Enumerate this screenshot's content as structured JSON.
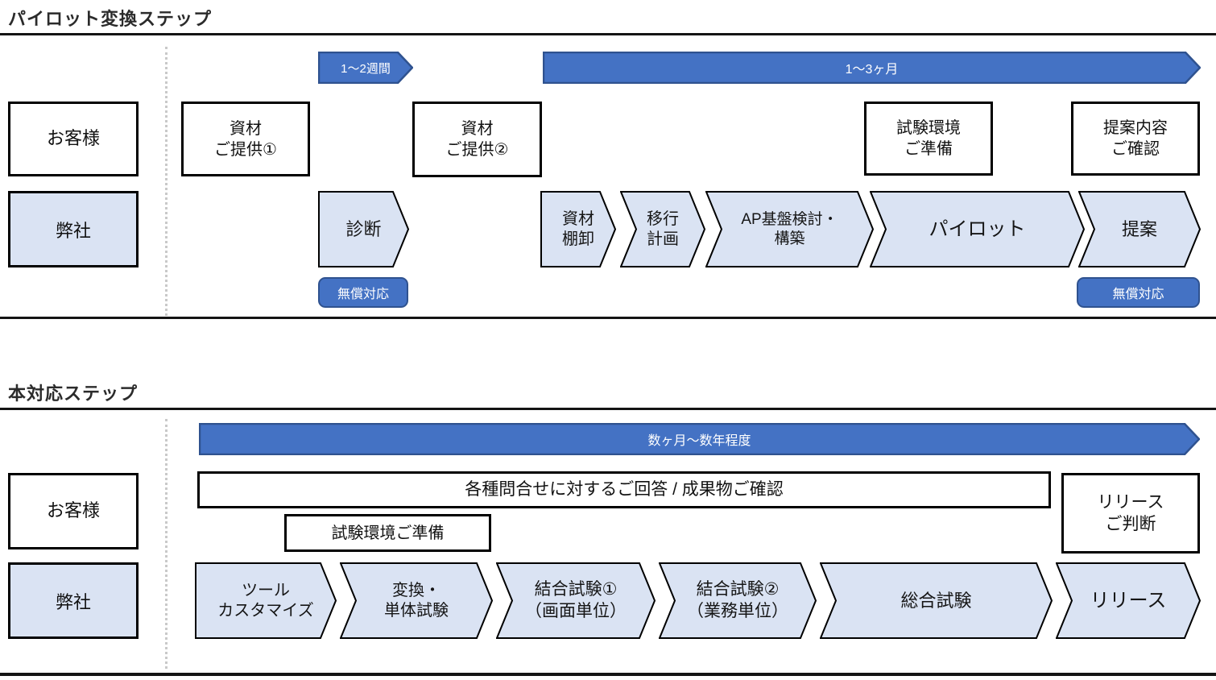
{
  "colors": {
    "accent_blue": "#4472C4",
    "accent_blue_border": "#2F528F",
    "light_blue_fill": "#DAE3F3",
    "shape_border": "#000000"
  },
  "pilot_section": {
    "title": "パイロット変換ステップ",
    "timeline": {
      "short_arrow_label": "1～2週間",
      "long_arrow_label": "1～3ヶ月"
    },
    "customer_row_label": "お客様",
    "company_row_label": "弊社",
    "customer_boxes": [
      {
        "label": "資材\nご提供①"
      },
      {
        "label": "資材\nご提供②"
      },
      {
        "label": "試験環境\nご準備"
      },
      {
        "label": "提案内容\nご確認"
      }
    ],
    "company_steps": [
      {
        "label": "診断"
      },
      {
        "label": "資材\n棚卸"
      },
      {
        "label": "移行\n計画"
      },
      {
        "label": "AP基盤検討・\n構築"
      },
      {
        "label": "パイロット"
      },
      {
        "label": "提案"
      }
    ],
    "free_badges": [
      {
        "label": "無償対応"
      },
      {
        "label": "無償対応"
      }
    ]
  },
  "main_section": {
    "title": "本対応ステップ",
    "timeline": {
      "arrow_label": "数ヶ月～数年程度"
    },
    "customer_row_label": "お客様",
    "company_row_label": "弊社",
    "customer_boxes": [
      {
        "label": "各種問合せに対するご回答 / 成果物ご確認"
      },
      {
        "label": "試験環境ご準備"
      },
      {
        "label": "リリース\nご判断"
      }
    ],
    "company_steps": [
      {
        "label": "ツール\nカスタマイズ"
      },
      {
        "label": "変換・\n単体試験"
      },
      {
        "label": "結合試験①\n（画面単位）"
      },
      {
        "label": "結合試験②\n（業務単位）"
      },
      {
        "label": "総合試験"
      },
      {
        "label": "リリース"
      }
    ]
  }
}
